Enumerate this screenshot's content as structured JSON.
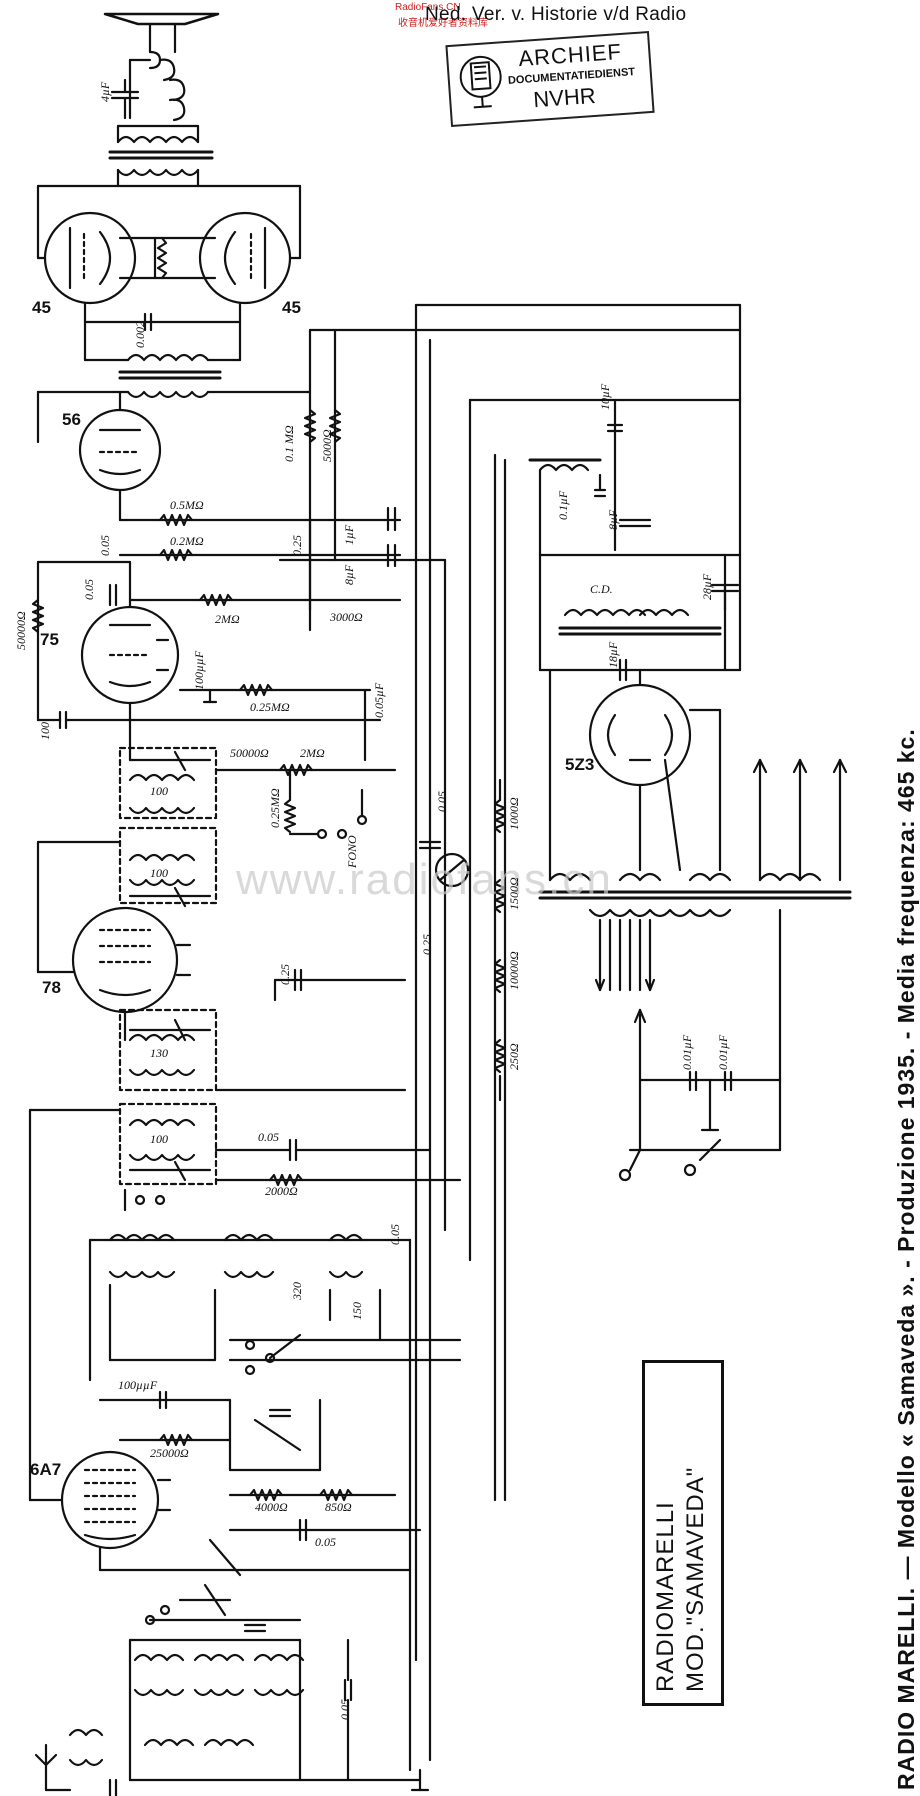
{
  "header": {
    "watermark_en": "RadioFans.CN",
    "watermark_cn": "收音机爱好者资料库",
    "society": "Ned. Ver. v. Historie v/d Radio"
  },
  "stamp": {
    "line1": "ARCHIEF",
    "line2": "DOCUMENTATIEDIENST",
    "line3": "NVHR"
  },
  "caption": "RADIO MARELLI. — Modello « Samaveda ». - Produzione 1935. - Media frequenza: 465 kc.",
  "model_box": {
    "line1": "RADIOMARELLI",
    "line2": "MOD.\"SAMAVEDA\""
  },
  "faint_watermark": "www.radiofans.cn",
  "tubes": [
    "45",
    "45",
    "56",
    "75",
    "78",
    "6A7",
    "5Z3"
  ],
  "component_labels": {
    "speaker_cap": "4µF",
    "pp_cap": "0.002",
    "r_01": "0.1 MΩ",
    "r_5000": "5000Ω",
    "r_05m": "0.5MΩ",
    "r_02m": "0.2MΩ",
    "c_005a": "0.05",
    "c_025": "0.25",
    "c_1uf": "1µF",
    "c_8uf": "8µF",
    "r_50000": "50000Ω",
    "c_005b": "0.05",
    "r_2m": "2MΩ",
    "r_3000": "3000Ω",
    "c_100uuf": "100µµF",
    "r_025m": "0.25MΩ",
    "c_100": "100",
    "r_50000b": "50000Ω",
    "r_2mb": "2MΩ",
    "c_005uf": "0.05µF",
    "r_025mb": "0.25MΩ",
    "fono": "FONO",
    "c_if1": "100",
    "c_if2": "100",
    "c_10uf": "10µF",
    "c_01uf": "0.1µF",
    "c_8uf_b": "8µF",
    "c_28uf": "28µF",
    "c_18uf": "18µF",
    "r_1000": "1000Ω",
    "r_1500": "1500Ω",
    "r_10000": "10000Ω",
    "r_250": "250Ω",
    "c_005c": "0.05",
    "c_025b": "0.25",
    "c_025c": "0.25",
    "c_130": "130",
    "c_100b": "100",
    "c_005d": "0.05",
    "r_2000": "2000Ω",
    "c_005e": "0.05",
    "c_320": "320",
    "c_150": "150",
    "c_100uuf_b": "100µµF",
    "r_25000": "25000Ω",
    "r_4000": "4000Ω",
    "r_850": "850Ω",
    "c_005f": "0.05",
    "c_005g": "0.05",
    "c_001uf": "0.01µF",
    "c_001uf_b": "0.01µF",
    "field_coil": "C.D."
  }
}
